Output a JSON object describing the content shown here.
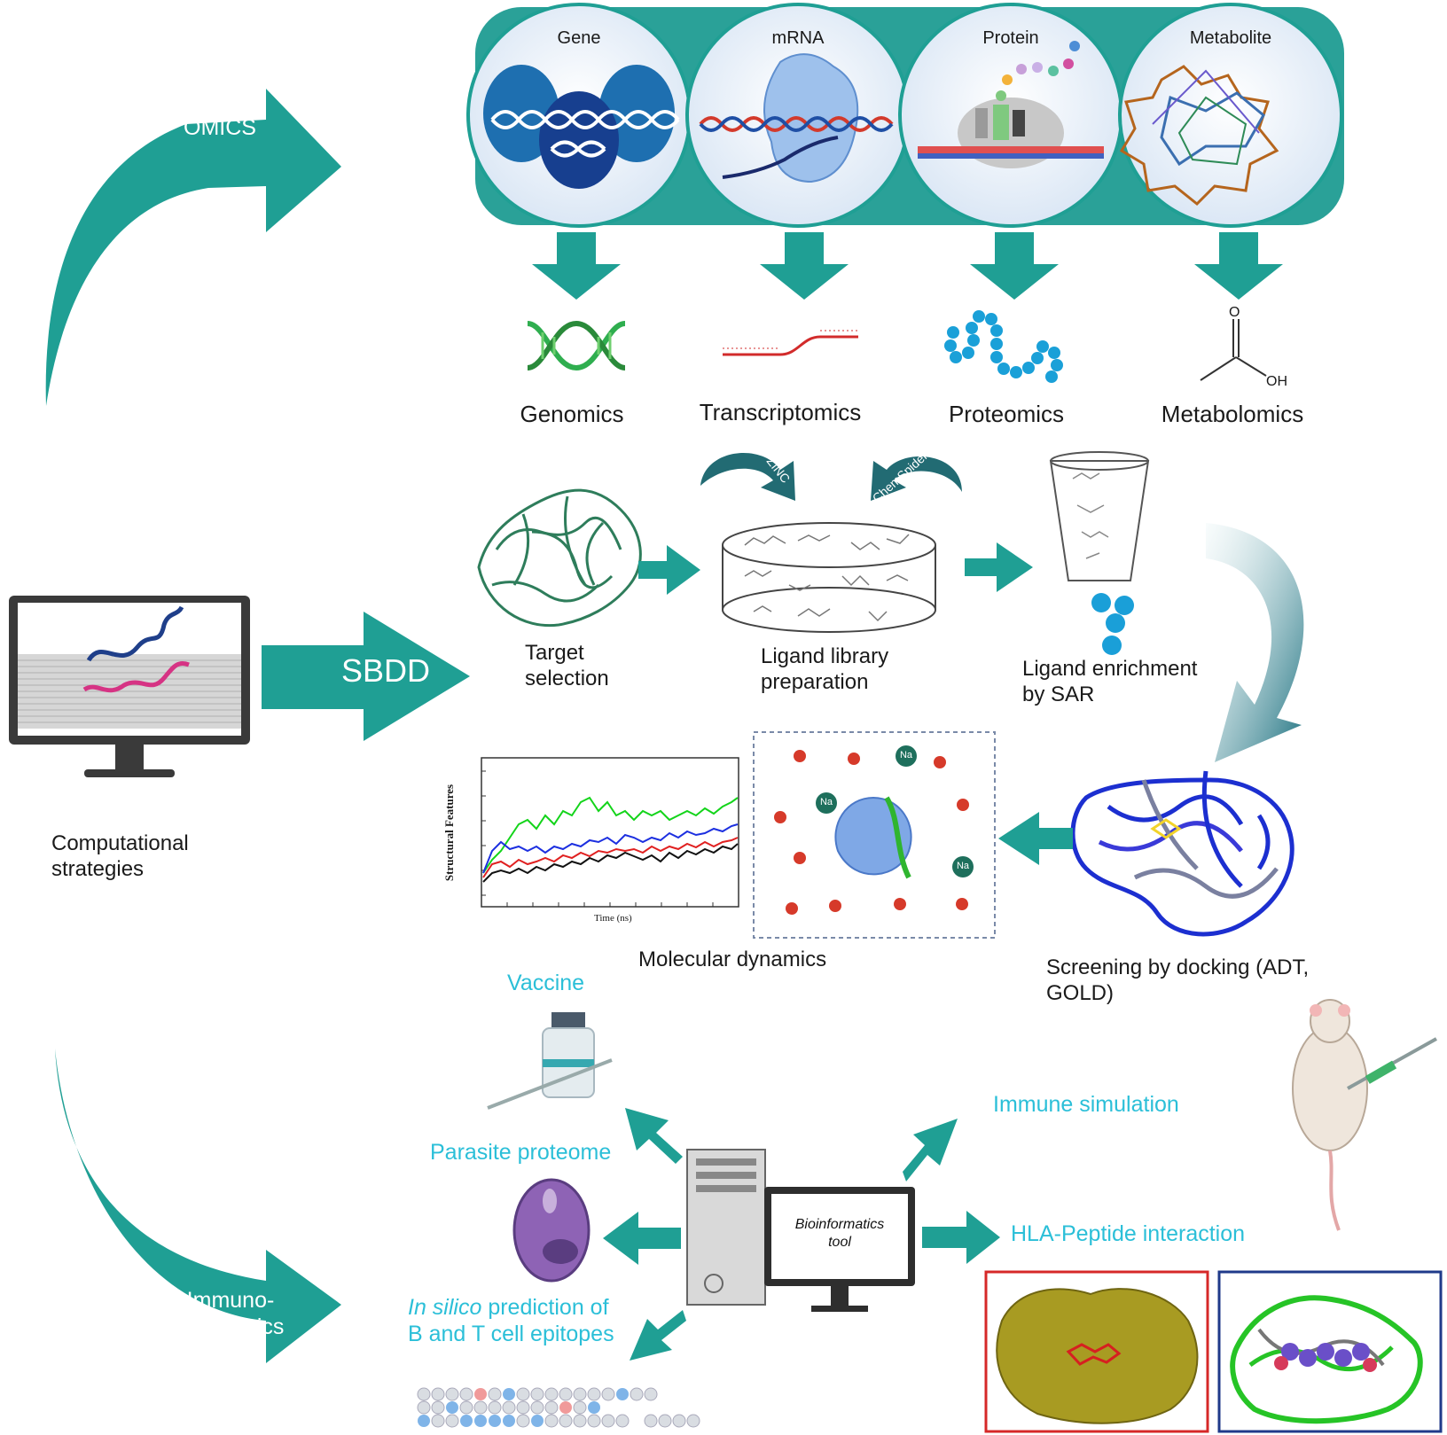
{
  "arrows": {
    "omics": "OMICS",
    "sbdd": "SBDD",
    "immuno_line1": "Immuno-",
    "immuno_line2": "informatics"
  },
  "omics_levels": [
    "Gene",
    "mRNA",
    "Protein",
    "Metabolite"
  ],
  "omics_fields": [
    "Genomics",
    "Transcriptomics",
    "Proteomics",
    "Metabolomics"
  ],
  "metabolite_atoms": {
    "o": "O",
    "oh": "OH"
  },
  "computer": {
    "line1": "Computational",
    "line2": "strategies"
  },
  "sbdd_steps": {
    "target_1": "Target",
    "target_2": "selection",
    "ligand_lib_1": "Ligand library",
    "ligand_lib_2": "preparation",
    "enrich_1": "Ligand enrichment",
    "enrich_2": "by SAR",
    "docking_1": "Screening by docking (ADT,",
    "docking_2": "GOLD)",
    "md": "Molecular dynamics",
    "db_zinc": "ZINC",
    "db_chemspider": "ChemSpider"
  },
  "md_plot": {
    "ylabel": "Structural Features",
    "xlabel": "Time (ns)",
    "ion": "Na"
  },
  "immuno": {
    "vaccine": "Vaccine",
    "parasite_proteome": "Parasite proteome",
    "insilico_italic": "In silico",
    "insilico_rest": " prediction of",
    "epitopes": "B and T cell epitopes",
    "immune_sim": "Immune simulation",
    "hla": "HLA-Peptide interaction",
    "tool_line1": "Bioinformatics",
    "tool_line2": "tool"
  },
  "colors": {
    "teal": "#1f9f94",
    "teal_dark": "#167a72",
    "cyan_text": "#2bbfd8",
    "red_frame": "#d62828",
    "blue_frame": "#1f3a8a"
  }
}
